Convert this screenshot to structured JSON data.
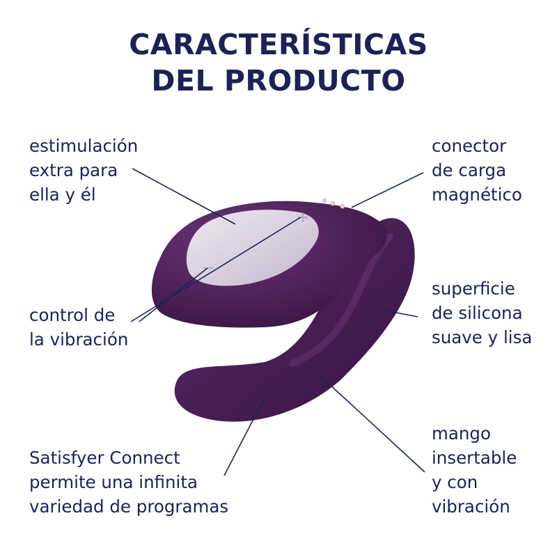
{
  "title": {
    "line1": "CARACTERÍSTICAS",
    "line2": "DEL PRODUCTO"
  },
  "features": {
    "stimulation": {
      "lines": [
        "estimulación",
        "extra para",
        "ella y él"
      ]
    },
    "vibration_control": {
      "lines": [
        "control de",
        "la vibración"
      ]
    },
    "app": {
      "lines": [
        "Satisfyer Connect",
        "permite una infinita",
        "variedad de programas"
      ]
    },
    "charger": {
      "lines": [
        "conector",
        "de carga",
        "magnético"
      ]
    },
    "surface": {
      "lines": [
        "superficie",
        "de silicona",
        "suave y lisa"
      ]
    },
    "handle": {
      "lines": [
        "mango",
        "insertable",
        "y con",
        "vibración"
      ]
    }
  },
  "colors": {
    "text": "#1c2255",
    "product": "#4a1f55",
    "product_shadow": "#2e1136",
    "panel": "#d9cfe0"
  },
  "icons": {
    "product": "dual-vibrator-illustration",
    "buttons": "plus-minus-buttons",
    "charging_port": "magnetic-charging-dots"
  }
}
